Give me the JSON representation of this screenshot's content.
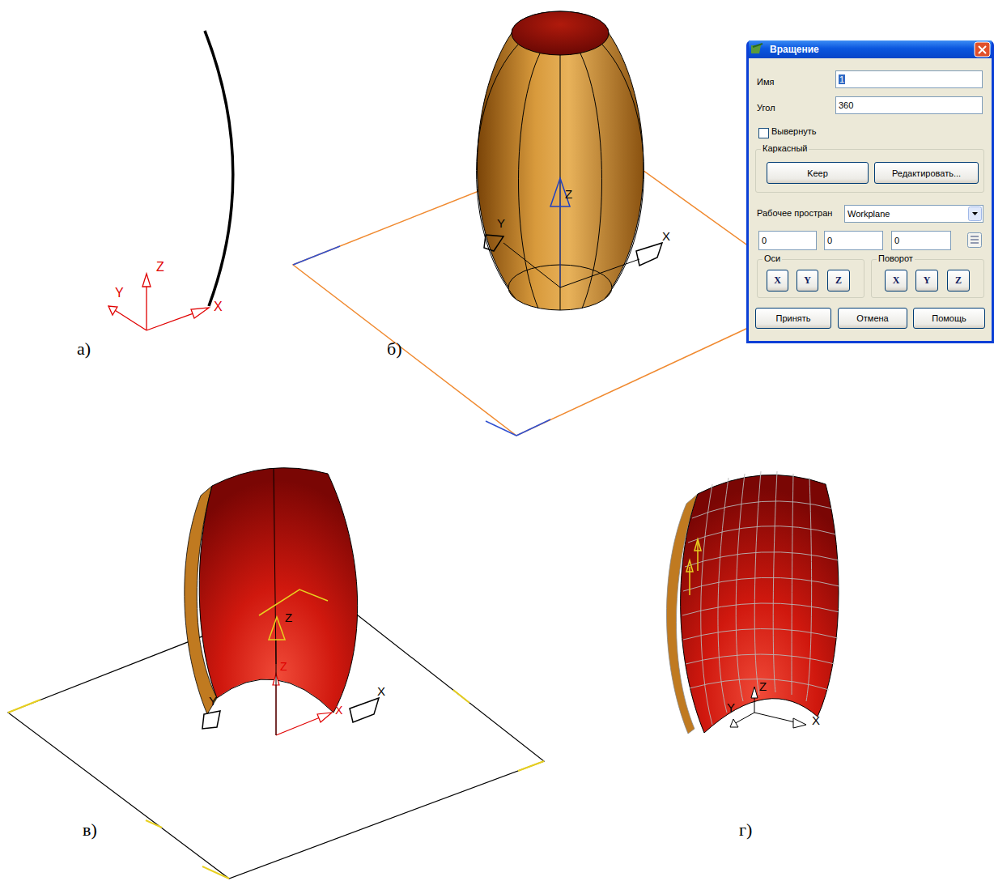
{
  "diagram": {
    "nodes": [
      {
        "text": [
          "Вращение"
        ]
      },
      {
        "text": [
          "1"
        ],
        "in": 0
      },
      {
        "text": [
          "360"
        ],
        "in": 0
      },
      {
        "text": [
          "Каркасный"
        ],
        "in": 0
      },
      {
        "text": [
          "Keep"
        ],
        "in": 3
      },
      {
        "text": [
          "Редактировать..."
        ],
        "in": 3
      },
      {
        "text": [
          "Workplane"
        ],
        "in": 0
      },
      {
        "text": [
          "0"
        ],
        "in": 0
      },
      {
        "text": [
          "0"
        ],
        "in": 0
      },
      {
        "text": [
          "0"
        ],
        "in": 0
      },
      {
        "text": [
          "Оси"
        ],
        "in": 0
      },
      {
        "text": [
          "X"
        ],
        "in": 10
      },
      {
        "text": [
          "Y"
        ],
        "in": 10
      },
      {
        "text": [
          "Z"
        ],
        "in": 10
      },
      {
        "text": [
          "Поворот"
        ],
        "in": 0
      },
      {
        "text": [
          "X"
        ],
        "in": 14
      },
      {
        "text": [
          "Y"
        ],
        "in": 14
      },
      {
        "text": [
          "Z"
        ],
        "in": 14
      },
      {
        "text": [
          "Принять"
        ],
        "in": 0
      },
      {
        "text": [
          "Отмена"
        ],
        "in": 0
      },
      {
        "text": [
          "Помощь"
        ],
        "in": 0
      }
    ],
    "labels": [
      "а)",
      "б)",
      "в)",
      "г)",
      "Z",
      "Y",
      "X",
      "Z",
      "Y",
      "X",
      "Z",
      "Y",
      "X",
      "Z",
      "X",
      "Z",
      "Y",
      "X",
      "Имя",
      "Угол",
      "Вывернуть",
      "Рабочее простран"
    ]
  }
}
